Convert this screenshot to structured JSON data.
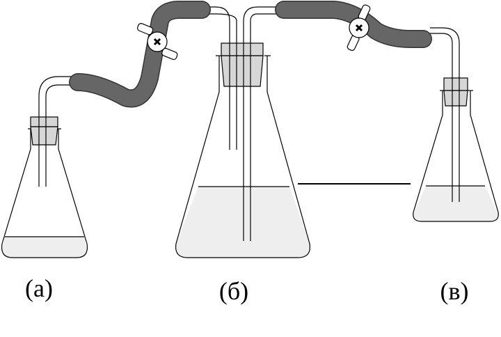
{
  "labels": {
    "a": "(а)",
    "b": "(б)",
    "c": "(в)"
  },
  "colors": {
    "background": "#ffffff",
    "outline": "#000000",
    "liquid": "#eeeeee",
    "stopper": "#d6d6d6",
    "hose": "#666666",
    "clamp": "#ffffff"
  },
  "icons": {
    "clamp_left": "pinch-clamp-icon",
    "clamp_right": "pinch-clamp-icon"
  }
}
